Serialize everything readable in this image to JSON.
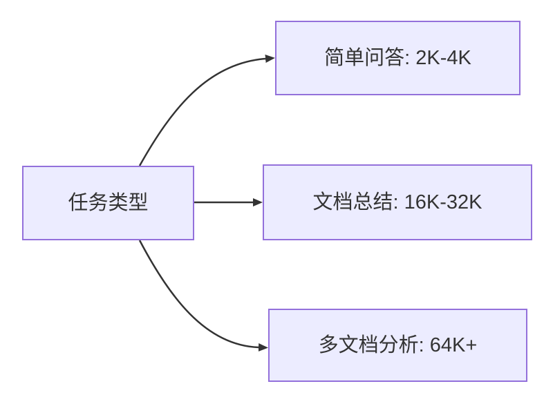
{
  "diagram": {
    "root": {
      "label": "任务类型"
    },
    "branches": [
      {
        "label": "简单问答: 2K-4K"
      },
      {
        "label": "文档总结: 16K-32K"
      },
      {
        "label": "多文档分析: 64K+"
      }
    ],
    "edges": [
      {
        "from": "任务类型",
        "to": "简单问答: 2K-4K"
      },
      {
        "from": "任务类型",
        "to": "文档总结: 16K-32K"
      },
      {
        "from": "任务类型",
        "to": "多文档分析: 64K+"
      }
    ]
  },
  "colors": {
    "node_fill": "#ECECFF",
    "node_border": "#9370DB",
    "edge": "#333333",
    "text": "#333333",
    "background": "#FFFFFF"
  }
}
